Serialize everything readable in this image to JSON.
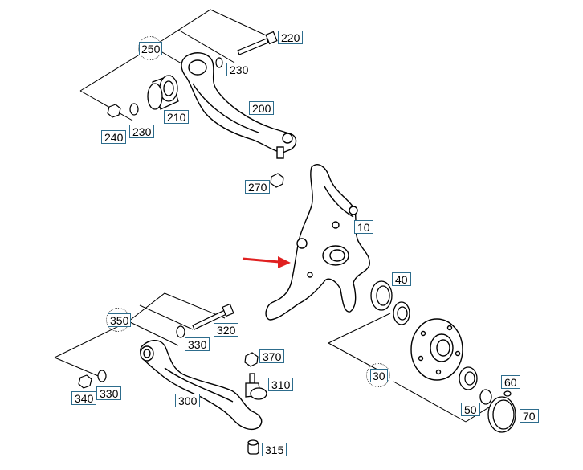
{
  "labels": {
    "p220": "220",
    "p250": "250",
    "p230a": "230",
    "p200": "200",
    "p210": "210",
    "p240": "240",
    "p230b": "230",
    "p270": "270",
    "p10": "10",
    "p40": "40",
    "p350": "350",
    "p320": "320",
    "p330a": "330",
    "p370": "370",
    "p340": "340",
    "p330b": "330",
    "p310": "310",
    "p300": "300",
    "p30": "30",
    "p60": "60",
    "p50": "50",
    "p70": "70",
    "p315": "315"
  },
  "colors": {
    "label_border": "#2d6c8c",
    "arrow": "#e02020",
    "line": "#000000"
  }
}
